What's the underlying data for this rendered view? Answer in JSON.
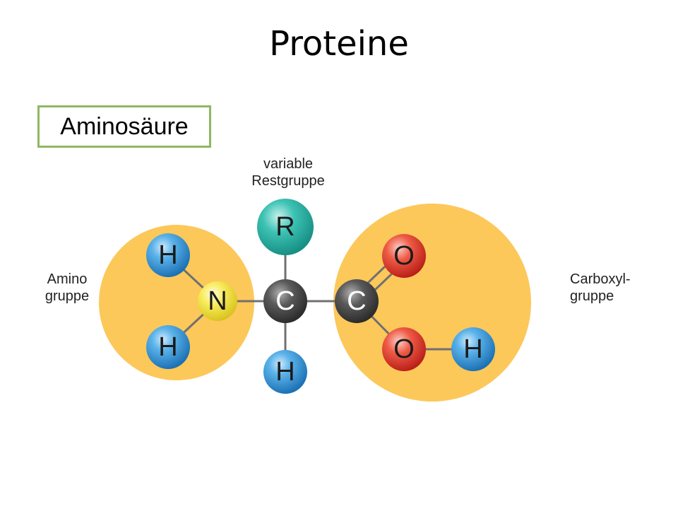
{
  "title": "Proteine",
  "badge": "Aminosäure",
  "labels": {
    "rest_line1": "variable",
    "rest_line2": "Restgruppe",
    "amino_line1": "Amino",
    "amino_line2": "gruppe",
    "carboxyl_line1": "Carboxyl-",
    "carboxyl_line2": "gruppe"
  },
  "atoms": {
    "r": "R",
    "h_top_left": "H",
    "h_bottom_left": "H",
    "n": "N",
    "c_alpha": "C",
    "c_carboxyl": "C",
    "h_alpha": "H",
    "o_double": "O",
    "o_hydroxyl": "O",
    "h_hydroxyl": "H"
  },
  "colors": {
    "group_fill": "#fcc85a",
    "hydrogen": "#2e93d8",
    "nitrogen": "#f6e64a",
    "carbon": "#4a4a4a",
    "oxygen": "#e8392f",
    "r_group": "#2bb3a6",
    "badge_border": "#8fb862"
  }
}
